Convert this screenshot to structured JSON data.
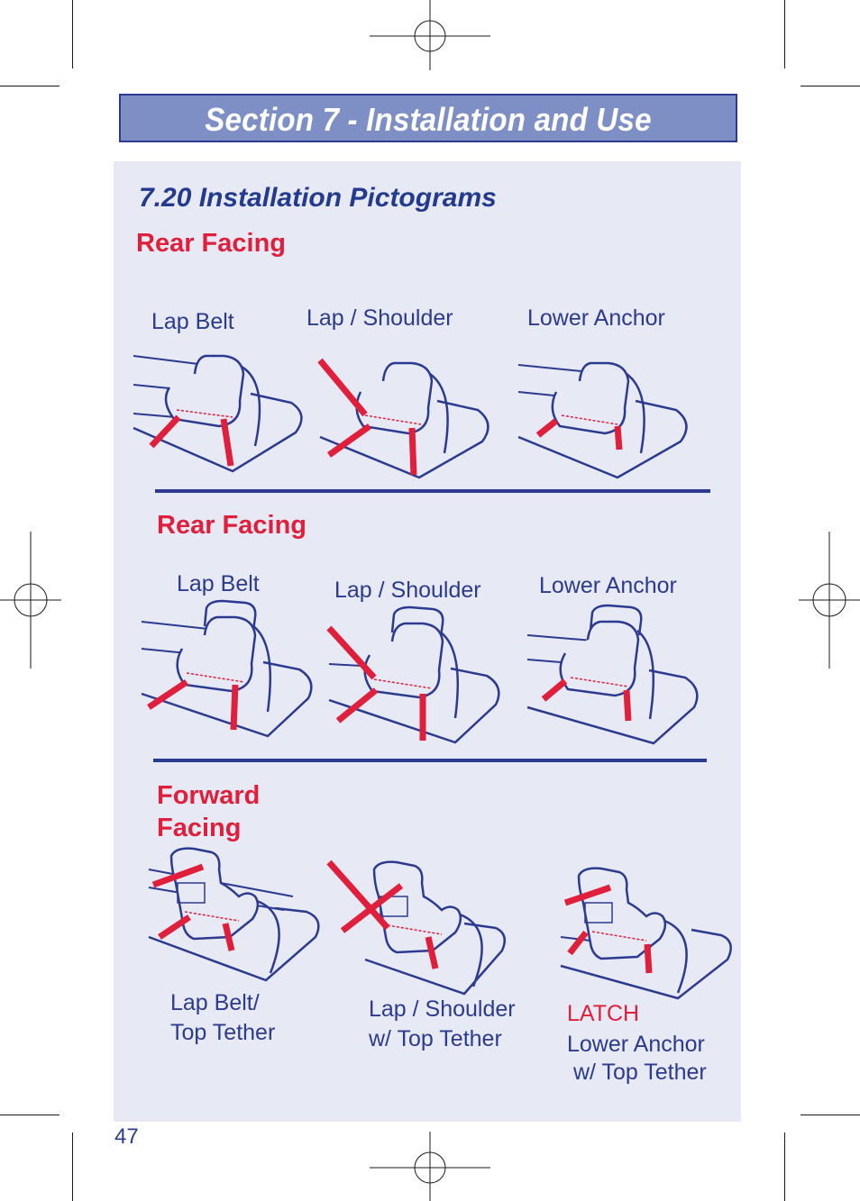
{
  "header": {
    "title": "Section 7 - Installation and Use"
  },
  "subtitle": "7.20 Installation Pictograms",
  "groups": [
    {
      "label": "Rear Facing",
      "items": [
        {
          "caption": "Lap Belt"
        },
        {
          "caption": "Lap / Shoulder"
        },
        {
          "caption": "Lower Anchor"
        }
      ]
    },
    {
      "label": "Rear Facing",
      "items": [
        {
          "caption": "Lap Belt"
        },
        {
          "caption": "Lap / Shoulder"
        },
        {
          "caption": "Lower Anchor"
        }
      ]
    },
    {
      "label_line1": "Forward",
      "label_line2": "Facing",
      "items": [
        {
          "caption_line1": "Lap Belt/",
          "caption_line2": "Top Tether"
        },
        {
          "caption_line1": "Lap / Shoulder",
          "caption_line2": "w/ Top Tether"
        },
        {
          "caption_line0": "LATCH",
          "caption_line1": "Lower Anchor",
          "caption_line2": " w/ Top Tether"
        }
      ]
    }
  ],
  "page_number": "47",
  "colors": {
    "header_fill": "#7e8fc6",
    "navy": "#2c3a8f",
    "accent_red": "#df1f3b",
    "panel_bg": "#e7eaf5"
  },
  "icons": {
    "crop_marks": "registration-target-icon",
    "seat_rear_infant": "infant-seat-icon",
    "seat_rear_convertible": "convertible-seat-icon",
    "seat_forward": "forward-seat-icon"
  }
}
